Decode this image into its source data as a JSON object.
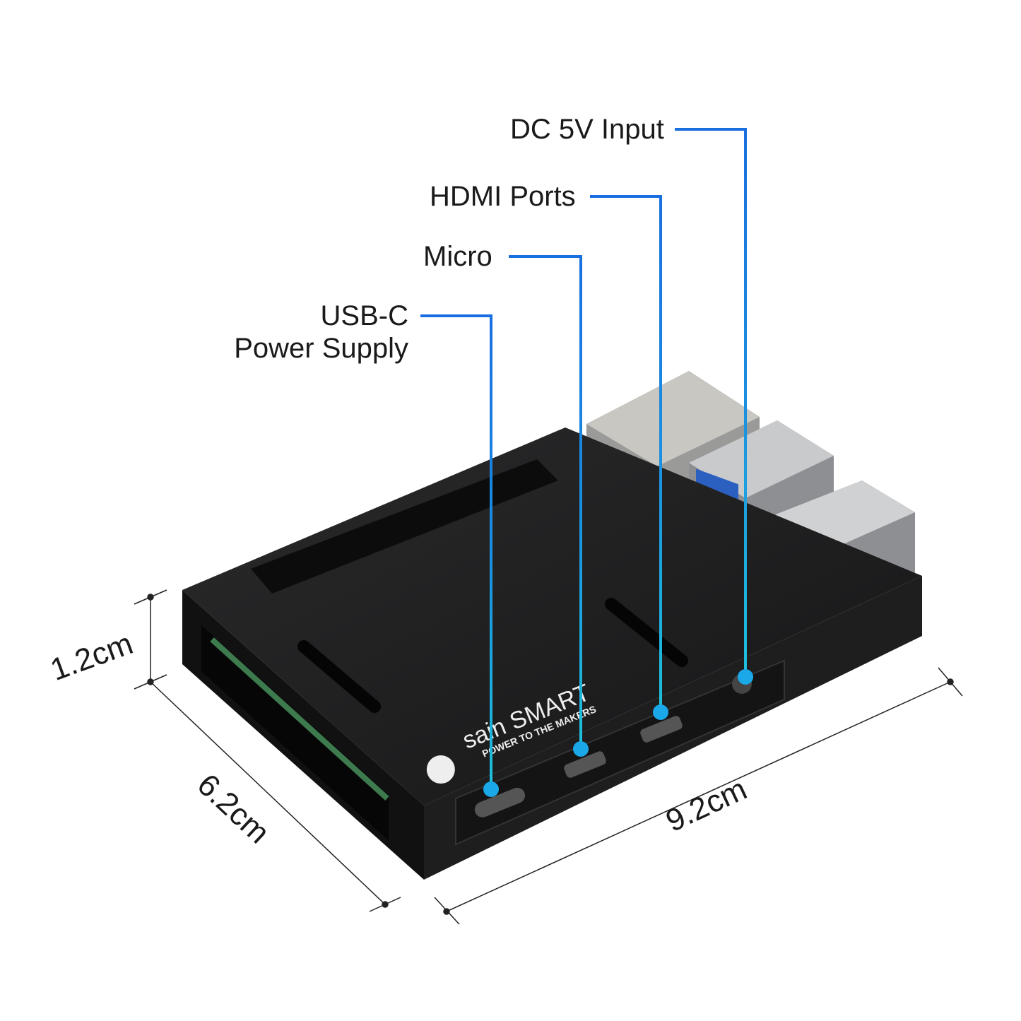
{
  "callouts": {
    "dc_input": "DC 5V Input",
    "hdmi": "HDMI Ports",
    "micro": "Micro",
    "usbc_line1": "USB-C",
    "usbc_line2": "Power Supply"
  },
  "dimensions": {
    "height": "1.2cm",
    "width": "6.2cm",
    "length": "9.2cm"
  },
  "logo": {
    "brand": "sain SMART",
    "tagline": "POWER TO THE MAKERS"
  },
  "colors": {
    "callout_top": "#1a6fe0",
    "callout_bottom": "#1fc0dc",
    "case": "#1b1b1c"
  }
}
